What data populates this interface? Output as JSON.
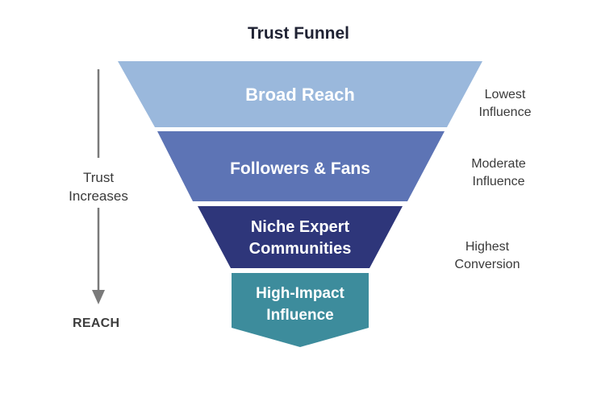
{
  "title": "Trust Funnel",
  "left_axis": {
    "label": "Trust\nIncreases",
    "bottom_label": "REACH"
  },
  "stages": [
    {
      "lines": [
        "Broad Reach"
      ],
      "note": "Lowest\nInfluence",
      "color": "#9ab8dc"
    },
    {
      "lines": [
        "Followers & Fans"
      ],
      "note": "Moderate\nInfluence",
      "color": "#5d74b5"
    },
    {
      "lines": [
        "Niche Expert",
        "Communities"
      ],
      "note": "Highest\nConversion",
      "color": "#2e367a"
    },
    {
      "lines": [
        "High-Impact",
        "Influence"
      ],
      "note": "",
      "color": "#3d8c9c"
    }
  ],
  "colors": {
    "text_on_stage": "#ffffff",
    "arrow": "#7a7a7a",
    "title": "#1f2233"
  }
}
